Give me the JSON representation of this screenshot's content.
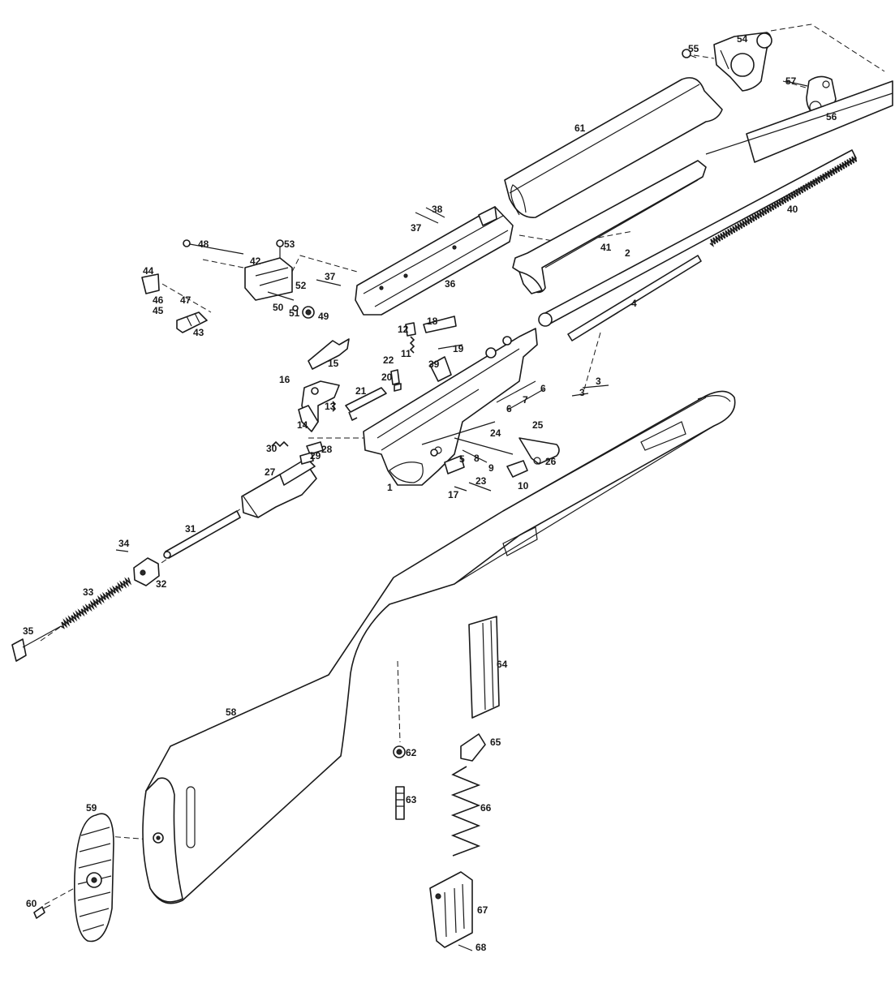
{
  "part_labels": {
    "p1": "1",
    "p2": "2",
    "p3a": "3",
    "p3b": "3",
    "p4": "4",
    "p5": "5",
    "p6a": "6",
    "p6b": "6",
    "p7": "7",
    "p8": "8",
    "p9": "9",
    "p10": "10",
    "p11": "11",
    "p12": "12",
    "p13": "13",
    "p14": "14",
    "p15": "15",
    "p16": "16",
    "p17": "17",
    "p18": "18",
    "p19": "19",
    "p20": "20",
    "p21": "21",
    "p22": "22",
    "p23": "23",
    "p24": "24",
    "p25": "25",
    "p26": "26",
    "p27": "27",
    "p28": "28",
    "p29": "29",
    "p30": "30",
    "p31": "31",
    "p32": "32",
    "p33": "33",
    "p34": "34",
    "p35": "35",
    "p36": "36",
    "p37a": "37",
    "p37b": "37",
    "p38": "38",
    "p39": "39",
    "p40": "40",
    "p41": "41",
    "p42": "42",
    "p43": "43",
    "p44": "44",
    "p45": "45",
    "p46": "46",
    "p47": "47",
    "p48": "48",
    "p49": "49",
    "p50": "50",
    "p51": "51",
    "p52": "52",
    "p53": "53",
    "p54": "54",
    "p55": "55",
    "p56": "56",
    "p57": "57",
    "p58": "58",
    "p59": "59",
    "p60": "60",
    "p61": "61",
    "p62": "62",
    "p63": "63",
    "p64": "64",
    "p65": "65",
    "p66": "66",
    "p67": "67",
    "p68": "68"
  },
  "colors": {
    "ink": "#1a1a1a",
    "paper": "#ffffff"
  }
}
